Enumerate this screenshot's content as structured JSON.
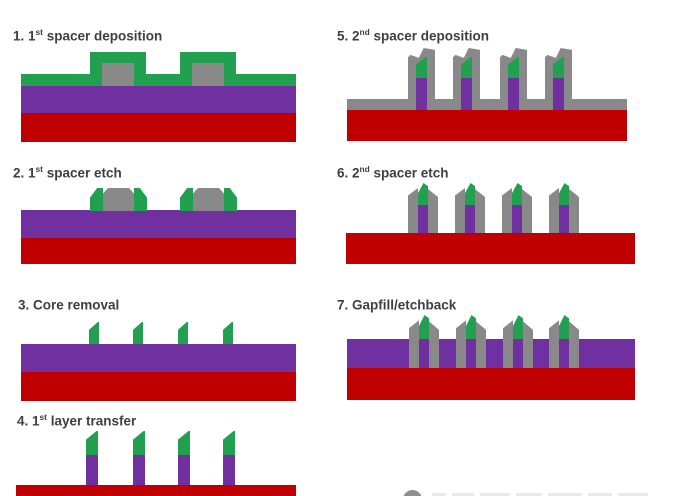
{
  "colors": {
    "substrate_red": "#c00000",
    "layer_purple": "#7030a0",
    "spacer_green": "#21a04f",
    "core_gray": "#898989",
    "title_text": "#3e3e46"
  },
  "steps": [
    {
      "title_pre": "1. 1",
      "title_sup": "st",
      "title_post": " spacer deposition"
    },
    {
      "title_pre": "2. 1",
      "title_sup": "st",
      "title_post": " spacer etch"
    },
    {
      "title_pre": "3. Core removal",
      "title_sup": "",
      "title_post": ""
    },
    {
      "title_pre": "4. 1",
      "title_sup": "st",
      "title_post": " layer transfer"
    },
    {
      "title_pre": "5. 2",
      "title_sup": "nd",
      "title_post": " spacer deposition"
    },
    {
      "title_pre": "6. 2",
      "title_sup": "nd",
      "title_post": " spacer etch"
    },
    {
      "title_pre": "7. Gapfill/etchback",
      "title_sup": "",
      "title_post": ""
    }
  ]
}
